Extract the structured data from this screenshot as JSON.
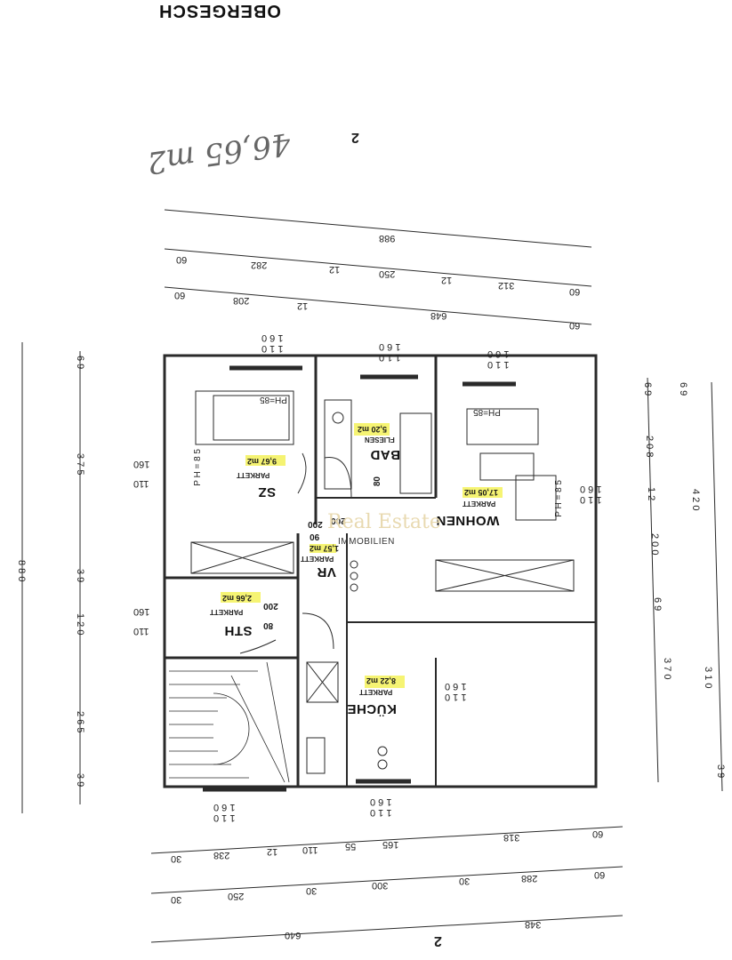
{
  "title": "OBERGESCH",
  "handwritten_area": "46,65 m2",
  "watermark": {
    "brand": "Real Estate",
    "sub": "IMMOBILIEN"
  },
  "section_marks": {
    "top": "2",
    "bottom": "2"
  },
  "top_dims": {
    "overall": "988",
    "row1": [
      "60",
      "282",
      "12",
      "250",
      "12",
      "312",
      "60"
    ],
    "row2": [
      "60",
      "208",
      "12",
      "648",
      "60"
    ]
  },
  "bottom_dims": {
    "row1": [
      "30",
      "238",
      "12",
      "110",
      "55",
      "165",
      "318",
      "60"
    ],
    "row2": [
      "30",
      "250",
      "30",
      "300",
      "30",
      "288",
      "60"
    ],
    "row3": [
      "640",
      "348"
    ]
  },
  "windows_top": [
    "1 1 0\n1 6 0",
    "1 1 0\n1 6 0",
    "1 1 0\n1 6 0"
  ],
  "windows_bottom": [
    "1 1 0\n1 6 0",
    "1 1 0\n1 6 0"
  ],
  "left_dims": {
    "overall": "8 8 0",
    "parts": [
      "6 9",
      "3 7 5",
      "3 9",
      "1 2 0",
      "2 6 5",
      "3 9"
    ]
  },
  "right_dims": {
    "col1": [
      "6 9",
      "2 0 8",
      "1 2",
      "2 0 0",
      "6 9"
    ],
    "col2": [
      "6 9",
      "4 2 0",
      "3 7 0",
      "3 1 0",
      "3 9"
    ]
  },
  "side_window_labels": {
    "sz_a": "160",
    "sz_b": "110",
    "sth_a": "160",
    "sth_b": "110"
  },
  "rooms": {
    "sz": {
      "name": "SZ",
      "finish": "PARKETT",
      "area": "9,67 m2",
      "ph": "P H = 8 5",
      "bed_ph": "PH=85"
    },
    "bad": {
      "name": "BAD",
      "finish": "FLIESEN",
      "area": "5,20 m2",
      "door": "80",
      "door_h": "200"
    },
    "wohnen": {
      "name": "WOHNEN",
      "finish": "PARKETT",
      "area": "17,05 m2",
      "ph_top": "PH=85",
      "ph_side": "P H = 8 5",
      "win": "1 1 0\n1 6 0"
    },
    "vr": {
      "name": "VR",
      "finish": "PARKETT",
      "area": "1,57 m2",
      "door_a": "90",
      "door_b": "200"
    },
    "sth": {
      "name": "STH",
      "finish": "PARKETT",
      "area": "2,66 m2",
      "door_a": "80",
      "door_b": "200"
    },
    "kueche": {
      "name": "KÜCHE",
      "finish": "PARKETT",
      "area": "8,22 m2",
      "win": "1 1 0\n1 6 0"
    }
  },
  "colors": {
    "line": "#2a2a2a",
    "highlight": "#f4f25a",
    "paper": "#ffffff",
    "watermark": "#e8d9b0"
  }
}
